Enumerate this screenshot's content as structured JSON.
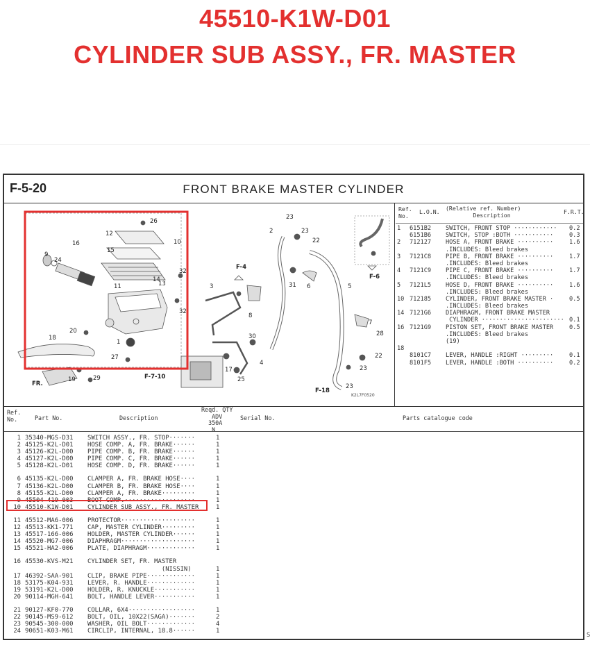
{
  "header": {
    "part_number": "45510-K1W-D01",
    "part_name": "CYLINDER SUB ASSY., FR. MASTER"
  },
  "sheet": {
    "code": "F-5-20",
    "title": "FRONT  BRAKE  MASTER  CYLINDER"
  },
  "diagram": {
    "callouts": [
      "26",
      "12",
      "15",
      "10",
      "16",
      "9",
      "24",
      "14",
      "32",
      "11",
      "13",
      "32",
      "20",
      "1",
      "27",
      "18",
      "19",
      "29",
      "23",
      "2",
      "23",
      "22",
      "31",
      "6",
      "F-4",
      "3",
      "8",
      "5",
      "7",
      "28",
      "F-6",
      "30",
      "4",
      "17",
      "25",
      "22",
      "23",
      "F-7-10",
      "F-18",
      "23",
      "FR."
    ],
    "ref_code": "K2L7F0520"
  },
  "ref_table": {
    "headers": {
      "ref": "Ref.\nNo.",
      "lon": "L.O.N.",
      "desc": "(Relative ref. Number)\n        Description",
      "frt": "F.R.T."
    },
    "rows": [
      {
        "ref": "1",
        "lon": "6151B2",
        "desc": "SWITCH, FRONT STOP ············",
        "frt": "0.2"
      },
      {
        "ref": "",
        "lon": "6151B6",
        "desc": "SWITCH, STOP :BOTH ···········",
        "frt": "0.3"
      },
      {
        "ref": "2",
        "lon": "712127",
        "desc": "HOSE A, FRONT BRAKE ··········",
        "frt": "1.6"
      },
      {
        "ref": "",
        "lon": "",
        "desc": ".INCLUDES: Bleed brakes",
        "frt": ""
      },
      {
        "ref": "3",
        "lon": "7121C8",
        "desc": "PIPE B, FRONT BRAKE ··········",
        "frt": "1.7"
      },
      {
        "ref": "",
        "lon": "",
        "desc": ".INCLUDES: Bleed brakes",
        "frt": ""
      },
      {
        "ref": "4",
        "lon": "7121C9",
        "desc": "PIPE C, FRONT BRAKE ··········",
        "frt": "1.7"
      },
      {
        "ref": "",
        "lon": "",
        "desc": ".INCLUDES: Bleed brakes",
        "frt": ""
      },
      {
        "ref": "5",
        "lon": "7121L5",
        "desc": "HOSE D, FRONT BRAKE ··········",
        "frt": "1.6"
      },
      {
        "ref": "",
        "lon": "",
        "desc": ".INCLUDES: Bleed brakes",
        "frt": ""
      },
      {
        "ref": "10",
        "lon": "712185",
        "desc": "CYLINDER, FRONT BRAKE MASTER ·",
        "frt": "0.5"
      },
      {
        "ref": "",
        "lon": "",
        "desc": ".INCLUDES: Bleed brakes",
        "frt": ""
      },
      {
        "ref": "14",
        "lon": "7121G6",
        "desc": "DIAPHRAGM, FRONT BRAKE MASTER",
        "frt": ""
      },
      {
        "ref": "",
        "lon": "",
        "desc": " CYLINDER ·······················",
        "frt": "0.1"
      },
      {
        "ref": "16",
        "lon": "7121G9",
        "desc": "PISTON SET, FRONT BRAKE MASTER",
        "frt": "0.5"
      },
      {
        "ref": "",
        "lon": "",
        "desc": ".INCLUDES: Bleed brakes",
        "frt": ""
      },
      {
        "ref": "",
        "lon": "",
        "desc": "(19)",
        "frt": ""
      },
      {
        "ref": "18",
        "lon": "",
        "desc": "",
        "frt": ""
      },
      {
        "ref": "",
        "lon": "8101C7",
        "desc": "LEVER, HANDLE :RIGHT ·········",
        "frt": "0.1"
      },
      {
        "ref": "",
        "lon": "8101F5",
        "desc": "LEVER, HANDLE :BOTH ··········",
        "frt": "0.2"
      }
    ]
  },
  "parts_list": {
    "headers": {
      "ref": "Ref.\nNo.",
      "part_no": "Part No.",
      "description": "Description",
      "qty": "Reqd. QTY\n   ADV\n  350A\n   N",
      "serial": "Serial No.",
      "catalogue": "Parts catalogue code"
    },
    "groups": [
      [
        {
          "ref": "1",
          "part_no": "35340-MGS-D31",
          "desc": "SWITCH ASSY., FR. STOP·······",
          "qty": "1"
        },
        {
          "ref": "2",
          "part_no": "45125-K2L-D01",
          "desc": "HOSE COMP. A, FR. BRAKE······",
          "qty": "1"
        },
        {
          "ref": "3",
          "part_no": "45126-K2L-D00",
          "desc": "PIPE COMP. B, FR. BRAKE······",
          "qty": "1"
        },
        {
          "ref": "4",
          "part_no": "45127-K2L-D00",
          "desc": "PIPE COMP. C, FR. BRAKE······",
          "qty": "1"
        },
        {
          "ref": "5",
          "part_no": "45128-K2L-D01",
          "desc": "HOSE COMP. D, FR. BRAKE······",
          "qty": "1"
        }
      ],
      [
        {
          "ref": "6",
          "part_no": "45135-K2L-D00",
          "desc": "CLAMPER A, FR. BRAKE HOSE····",
          "qty": "1"
        },
        {
          "ref": "7",
          "part_no": "45136-K2L-D00",
          "desc": "CLAMPER B, FR. BRAKE HOSE····",
          "qty": "1"
        },
        {
          "ref": "8",
          "part_no": "45155-K2L-D00",
          "desc": "CLAMPER A, FR. BRAKE·········",
          "qty": "1"
        },
        {
          "ref": "9",
          "part_no": "45504-419-003",
          "desc": "BOOT COMP.···················",
          "qty": "1"
        },
        {
          "ref": "10",
          "part_no": "45510-K1W-D01",
          "desc": "CYLINDER SUB ASSY., FR. MASTER",
          "qty": "1"
        }
      ],
      [
        {
          "ref": "11",
          "part_no": "45512-MA6-006",
          "desc": "PROTECTOR····················",
          "qty": "1"
        },
        {
          "ref": "12",
          "part_no": "45513-KK1-771",
          "desc": "CAP, MASTER CYLINDER·········",
          "qty": "1"
        },
        {
          "ref": "13",
          "part_no": "45517-166-006",
          "desc": "HOLDER, MASTER CYLINDER······",
          "qty": "1"
        },
        {
          "ref": "14",
          "part_no": "45520-MG7-006",
          "desc": "DIAPHRAGM····················",
          "qty": "1"
        },
        {
          "ref": "15",
          "part_no": "45521-HA2-006",
          "desc": "PLATE, DIAPHRAGM·············",
          "qty": "1"
        }
      ],
      [
        {
          "ref": "16",
          "part_no": "45530-KVS-M21",
          "desc": "CYLINDER SET, FR. MASTER",
          "qty": ""
        },
        {
          "ref": "",
          "part_no": "",
          "desc": "                    (NISSIN)",
          "qty": "1"
        },
        {
          "ref": "17",
          "part_no": "46392-SAA-901",
          "desc": "CLIP, BRAKE PIPE·············",
          "qty": "1"
        },
        {
          "ref": "18",
          "part_no": "53175-K04-931",
          "desc": "LEVER, R. HANDLE·············",
          "qty": "1"
        },
        {
          "ref": "19",
          "part_no": "53191-K2L-D00",
          "desc": "HOLDER, R. KNUCKLE···········",
          "qty": "1"
        },
        {
          "ref": "20",
          "part_no": "90114-MGH-641",
          "desc": "BOLT, HANDLE LEVER···········",
          "qty": "1"
        }
      ],
      [
        {
          "ref": "21",
          "part_no": "90127-KF0-770",
          "desc": "COLLAR, 6X4··················",
          "qty": "1"
        },
        {
          "ref": "22",
          "part_no": "90145-MS9-612",
          "desc": "BOLT, OIL, 10X22(SAGA)·······",
          "qty": "2"
        },
        {
          "ref": "23",
          "part_no": "90545-300-000",
          "desc": "WASHER, OIL BOLT·············",
          "qty": "4"
        },
        {
          "ref": "24",
          "part_no": "90651-K03-M61",
          "desc": "CIRCLIP, INTERNAL, 18.8······",
          "qty": "1"
        }
      ]
    ]
  },
  "footer_fragment": "S"
}
